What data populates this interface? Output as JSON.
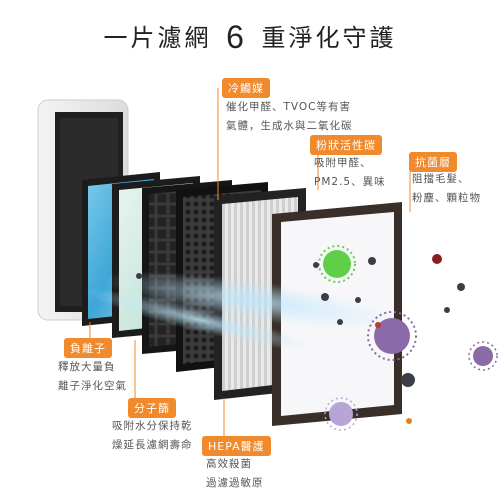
{
  "title": {
    "prefix": "一片濾網",
    "number": "6",
    "suffix": "重淨化守護"
  },
  "callouts": {
    "catalyst": {
      "tag": "冷觸媒",
      "lines": [
        "催化甲醛、TVOC等有害",
        "氣體，生成水與二氧化碳"
      ]
    },
    "carbon": {
      "tag": "粉狀活性碳",
      "lines": [
        "吸附甲醛、",
        "PM2.5、異味"
      ]
    },
    "antibacterial": {
      "tag": "抗菌層",
      "lines": [
        "阻擋毛髮、",
        "粉塵、顆粒物"
      ]
    },
    "anion": {
      "tag": "負離子",
      "lines": [
        "釋放大量負",
        "離子淨化空氣"
      ]
    },
    "molecular_sieve": {
      "tag": "分子篩",
      "lines": [
        "吸附水分保持乾",
        "燥延長濾網壽命"
      ]
    },
    "hepa": {
      "tag": "HEPA醫護",
      "lines": [
        "高效殺菌",
        "過濾過敏原"
      ]
    }
  },
  "colors": {
    "accent": "#f08a2c",
    "frame": "#2e2e2e",
    "blue_layer": "#5bb8e0",
    "green_layer": "#cfe8e0"
  }
}
